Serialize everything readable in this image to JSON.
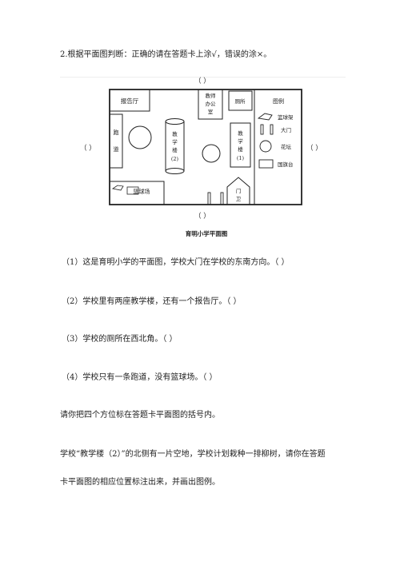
{
  "question_title": "2.根据平面图判断：正确的请在答题卡上涂√，错误的涂×。",
  "map": {
    "compass_paren_top": "（      ）",
    "compass_paren_left": "（      ）",
    "compass_paren_right": "（      ）",
    "compass_paren_bottom": "（      ）",
    "report_hall": "报告厅",
    "teacher_office": [
      "教师",
      "办公",
      "室"
    ],
    "toilet": "厕所",
    "legend_title": "图例",
    "legend_items": [
      "篮球架",
      "大门",
      "花坛",
      "国旗台"
    ],
    "track": [
      "跑",
      "道"
    ],
    "building2": [
      "教",
      "学",
      "楼",
      "(2)"
    ],
    "building1": [
      "教",
      "学",
      "楼",
      "(1)"
    ],
    "basketball_court": "篮球场",
    "guard_room": [
      "门",
      "卫"
    ],
    "caption": "育明小学平面图"
  },
  "statements": [
    "（1）这是育明小学的平面图，学校大门在学校的东南方向。（          ）",
    "（2）学校里有两座教学楼，还有一个报告厅。（          ）",
    "（3）学校的厕所在西北角。（          ）",
    "（4）学校只有一条跑道，没有篮球场。（          ）"
  ],
  "instruction1": "请你把四个方位标在答题卡平面图的括号内。",
  "instruction2_line1": "学校“教学楼（2）”的北侧有一片空地，学校计划栽种一排柳树，请你在答题",
  "instruction2_line2": "卡平面图的相应位置标注出来，并画出图例。"
}
